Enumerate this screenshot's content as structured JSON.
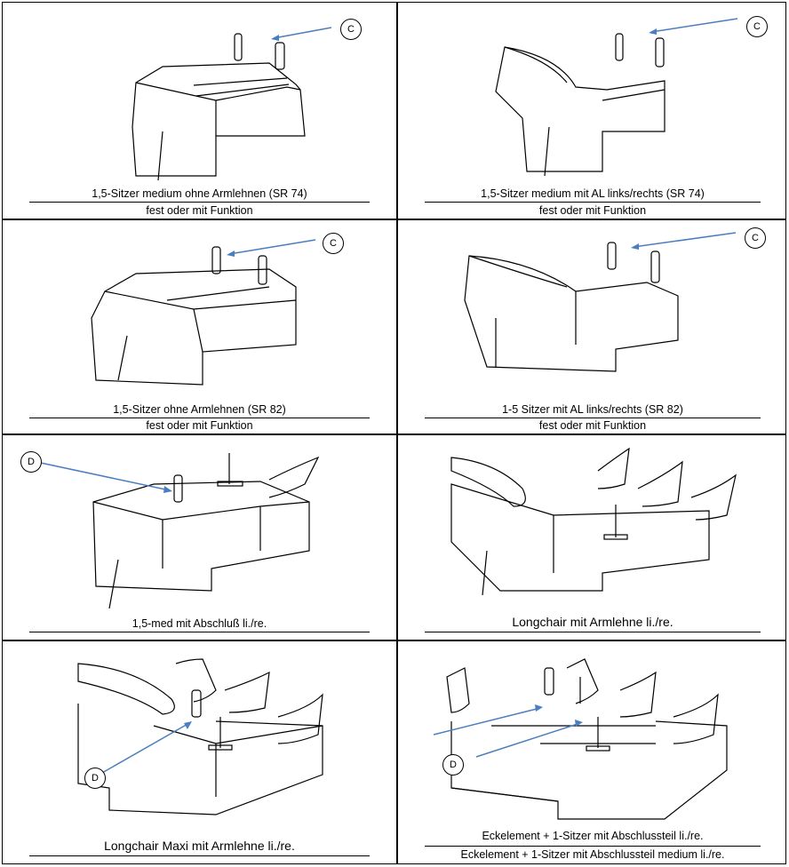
{
  "callouts": {
    "c": "C",
    "d": "D"
  },
  "colors": {
    "arrow": "#4a7ebf",
    "line": "#000000"
  },
  "cells": [
    {
      "caption1": "1,5-Sitzer medium ohne Armlehnen (SR 74)",
      "caption2": "fest oder mit Funktion",
      "label": "C"
    },
    {
      "caption1": "1,5-Sitzer medium mit AL links/rechts (SR 74)",
      "caption2": "fest oder mit Funktion",
      "label": "C"
    },
    {
      "caption1": "1,5-Sitzer ohne Armlehnen (SR 82)",
      "caption2": "fest oder mit Funktion",
      "label": "C"
    },
    {
      "caption1": "1-5 Sitzer mit AL links/rechts (SR 82)",
      "caption2": "fest oder mit Funktion",
      "label": "C"
    },
    {
      "caption1": "1,5-med mit Abschluß li./re.",
      "label": "D"
    },
    {
      "caption1": "Longchair mit Armlehne li./re."
    },
    {
      "caption1": "Longchair Maxi mit Armlehne li./re.",
      "label": "D"
    },
    {
      "caption1": "Eckelement + 1-Sitzer mit Abschlussteil  li./re.",
      "caption2": "Eckelement + 1-Sitzer mit Abschlussteil medium li./re.",
      "label": "D"
    }
  ]
}
